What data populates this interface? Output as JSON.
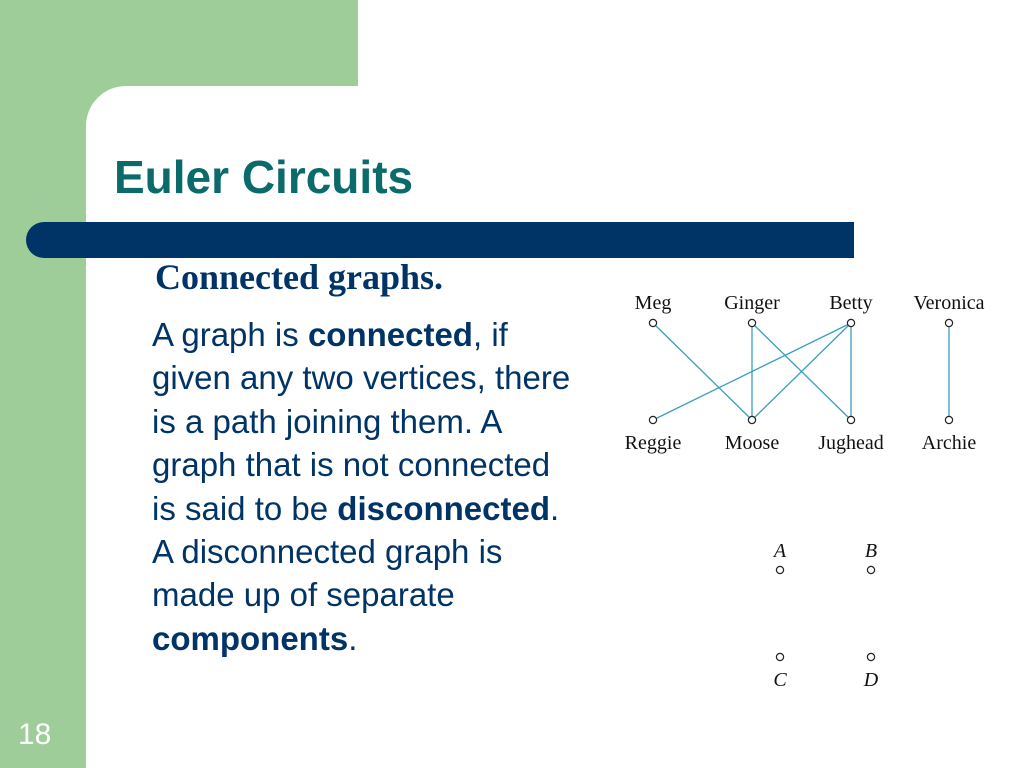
{
  "slide": {
    "title": "Euler Circuits",
    "subtitle": "Connected graphs.",
    "body": {
      "t1": "A graph is ",
      "b1": "connected",
      "t2": ", if given any two vertices, there is a path joining them. A graph that is not connected is said to be ",
      "b2": "disconnected",
      "t3": ".  A disconnected graph is made up of separate ",
      "b3": "components",
      "t4": "."
    },
    "page_number": "18"
  },
  "graph1": {
    "top_labels": [
      "Meg",
      "Ginger",
      "Betty",
      "Veronica"
    ],
    "bottom_labels": [
      "Reggie",
      "Moose",
      "Jughead",
      "Archie"
    ],
    "edges": [
      [
        "Meg",
        "Moose"
      ],
      [
        "Ginger",
        "Moose"
      ],
      [
        "Ginger",
        "Jughead"
      ],
      [
        "Betty",
        "Reggie"
      ],
      [
        "Betty",
        "Moose"
      ],
      [
        "Betty",
        "Jughead"
      ],
      [
        "Veronica",
        "Archie"
      ]
    ],
    "edge_color": "#3a9fbf"
  },
  "graph2": {
    "top_labels": [
      "A",
      "B"
    ],
    "bottom_labels": [
      "C",
      "D"
    ]
  },
  "colors": {
    "background": "#9fcd9a",
    "title": "#0b6a6a",
    "bar": "#003366",
    "text": "#003366"
  }
}
